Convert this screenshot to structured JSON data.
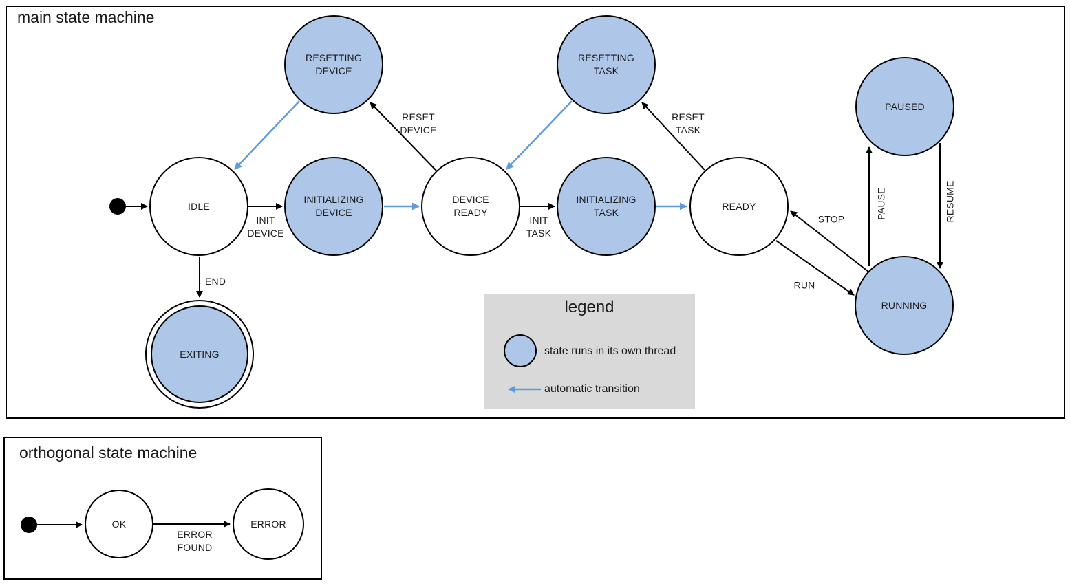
{
  "colors": {
    "threaded_state_fill": "#aec6e8",
    "plain_state_fill": "#ffffff",
    "stroke": "#000000",
    "automatic_transition": "#5f9bd8",
    "legend_background": "#d9d9d9"
  },
  "main": {
    "title": "main state machine",
    "states": [
      {
        "label": "IDLE",
        "threaded": false,
        "final": false
      },
      {
        "label": "RESETTING\nDEVICE",
        "threaded": true,
        "final": false
      },
      {
        "label": "INITIALIZING\nDEVICE",
        "threaded": true,
        "final": false
      },
      {
        "label": "DEVICE\nREADY",
        "threaded": false,
        "final": false
      },
      {
        "label": "RESETTING\nTASK",
        "threaded": true,
        "final": false
      },
      {
        "label": "INITIALIZING\nTASK",
        "threaded": true,
        "final": false
      },
      {
        "label": "READY",
        "threaded": false,
        "final": false
      },
      {
        "label": "PAUSED",
        "threaded": true,
        "final": false
      },
      {
        "label": "RUNNING",
        "threaded": true,
        "final": false
      },
      {
        "label": "EXITING",
        "threaded": true,
        "final": true
      }
    ],
    "transitions": [
      {
        "from": "initial",
        "to": "IDLE",
        "label": "",
        "automatic": false
      },
      {
        "from": "IDLE",
        "to": "INITIALIZING DEVICE",
        "label": "INIT\nDEVICE",
        "automatic": false
      },
      {
        "from": "INITIALIZING DEVICE",
        "to": "DEVICE READY",
        "label": "",
        "automatic": true
      },
      {
        "from": "DEVICE READY",
        "to": "RESETTING DEVICE",
        "label": "RESET\nDEVICE",
        "automatic": false
      },
      {
        "from": "RESETTING DEVICE",
        "to": "IDLE",
        "label": "",
        "automatic": true
      },
      {
        "from": "DEVICE READY",
        "to": "INITIALIZING TASK",
        "label": "INIT\nTASK",
        "automatic": false
      },
      {
        "from": "INITIALIZING TASK",
        "to": "READY",
        "label": "",
        "automatic": true
      },
      {
        "from": "READY",
        "to": "RESETTING TASK",
        "label": "RESET\nTASK",
        "automatic": false
      },
      {
        "from": "RESETTING TASK",
        "to": "DEVICE READY",
        "label": "",
        "automatic": true
      },
      {
        "from": "RUNNING",
        "to": "READY",
        "label": "STOP",
        "automatic": false
      },
      {
        "from": "READY",
        "to": "RUNNING",
        "label": "RUN",
        "automatic": false
      },
      {
        "from": "RUNNING",
        "to": "PAUSED",
        "label": "PAUSE",
        "automatic": false
      },
      {
        "from": "PAUSED",
        "to": "RUNNING",
        "label": "RESUME",
        "automatic": false
      },
      {
        "from": "IDLE",
        "to": "EXITING",
        "label": "END",
        "automatic": false
      }
    ]
  },
  "legend": {
    "title": "legend",
    "threaded_state_label": "state runs in its own thread",
    "automatic_transition_label": "automatic transition"
  },
  "orthogonal": {
    "title": "orthogonal state machine",
    "states": [
      {
        "label": "OK",
        "threaded": false
      },
      {
        "label": "ERROR",
        "threaded": false
      }
    ],
    "transitions": [
      {
        "from": "initial",
        "to": "OK",
        "label": ""
      },
      {
        "from": "OK",
        "to": "ERROR",
        "label": "ERROR\nFOUND"
      }
    ]
  }
}
